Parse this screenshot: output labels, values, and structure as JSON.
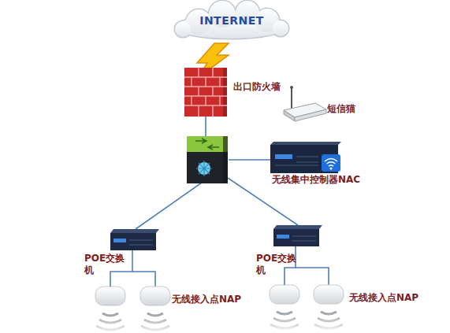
{
  "diagram": {
    "nodes": [
      {
        "text": [
          "INTERNET"
        ]
      },
      {
        "text": [
          "出口防火墙"
        ]
      },
      {
        "text": [
          "短信猫"
        ]
      },
      {
        "text": [
          "无线集中控制器NAC"
        ]
      },
      {
        "text": [
          "POE交换 机"
        ]
      },
      {
        "text": [
          "POE交换 机"
        ]
      },
      {
        "text": [
          "无线接入点NAP"
        ]
      },
      {
        "text": [
          "无线接入点NAP"
        ]
      }
    ],
    "edges": [
      {
        "from": 4,
        "to": 6,
        "arrow": "none"
      },
      {
        "from": 5,
        "to": 7,
        "arrow": "none"
      }
    ]
  }
}
